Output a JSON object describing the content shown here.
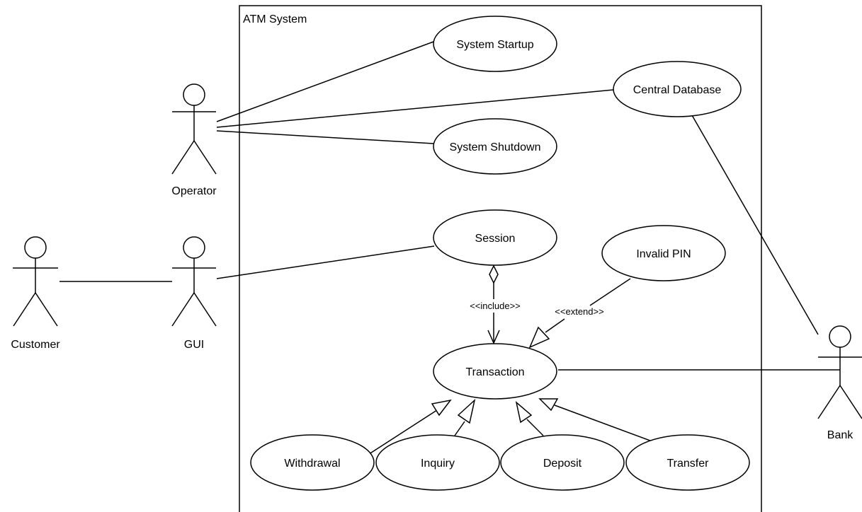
{
  "system": {
    "title": "ATM System"
  },
  "actors": {
    "operator": "Operator",
    "customer": "Customer",
    "gui": "GUI",
    "bank": "Bank"
  },
  "use_cases": {
    "startup": "System Startup",
    "central_db": "Central Database",
    "shutdown": "System Shutdown",
    "session": "Session",
    "invalid_pin": "Invalid PIN",
    "transaction": "Transaction",
    "withdrawal": "Withdrawal",
    "inquiry": "Inquiry",
    "deposit": "Deposit",
    "transfer": "Transfer"
  },
  "stereotypes": {
    "include": "<<include>>",
    "extend": "<<extend>>"
  }
}
